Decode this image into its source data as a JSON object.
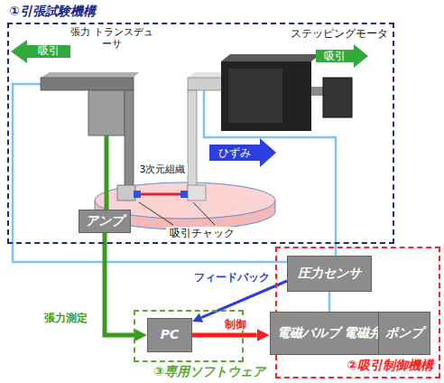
{
  "diagram": {
    "nodes": [
      {
        "text": [
          "①引張試験機構"
        ]
      },
      {
        "text": [
          "アンプ"
        ],
        "in": 0
      },
      {
        "text": [
          "②吸引制御機構"
        ]
      },
      {
        "text": [
          "圧力センサ"
        ],
        "in": 2
      },
      {
        "text": [
          "電磁バルブ 電磁弁"
        ],
        "in": 2
      },
      {
        "text": [
          "ポンプ"
        ],
        "in": 2
      },
      {
        "text": [
          "③専用ソフトウェア"
        ]
      },
      {
        "text": [
          "PC"
        ],
        "in": 6
      }
    ],
    "edges": [
      {
        "from": 1,
        "to": 7,
        "arrow": "to",
        "label": "張力測定"
      },
      {
        "from": 3,
        "to": 7,
        "arrow": "to",
        "label": "フィードバック"
      },
      {
        "from": 7,
        "to": 4,
        "arrow": "to",
        "label": "制御"
      },
      {
        "from": 3,
        "to": 4,
        "arrow": "none"
      },
      {
        "from": 4,
        "to": 5,
        "arrow": "none"
      }
    ],
    "labels": [
      "張力 トランスデューサ",
      "ステッピングモータ",
      "吸引",
      "吸引",
      "3次元組織",
      "ひずみ",
      "吸引チャック"
    ]
  }
}
